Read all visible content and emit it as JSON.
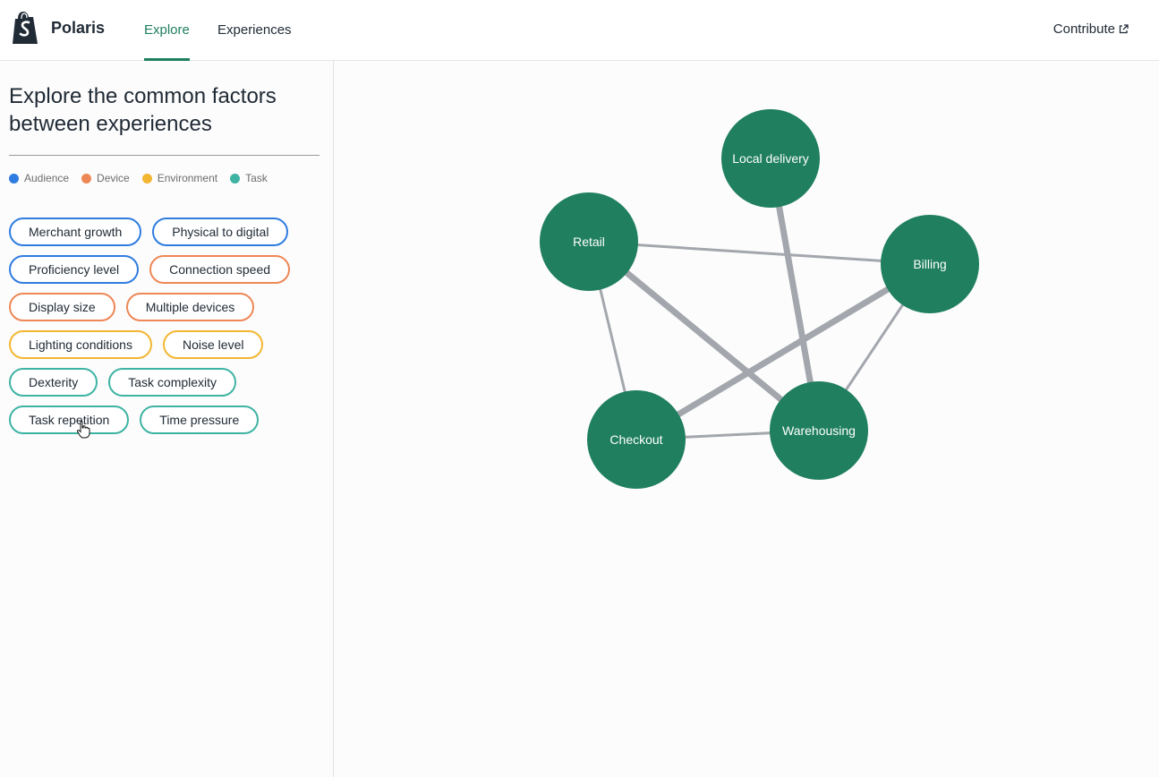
{
  "header": {
    "brand": "Polaris",
    "tabs": [
      {
        "label": "Explore",
        "active": true
      },
      {
        "label": "Experiences",
        "active": false
      }
    ],
    "contribute_label": "Contribute",
    "contribute_icon": "external-link-icon",
    "logo_icon": "shopify-bag-icon"
  },
  "sidebar": {
    "title": "Explore the common factors between experiences",
    "legend": [
      {
        "label": "Audience",
        "color": "#2f7ce0"
      },
      {
        "label": "Device",
        "color": "#ee8756"
      },
      {
        "label": "Environment",
        "color": "#f2b632"
      },
      {
        "label": "Task",
        "color": "#3eb3a4"
      }
    ],
    "chips": [
      {
        "label": "Merchant growth",
        "category": "audience"
      },
      {
        "label": "Physical to digital",
        "category": "audience"
      },
      {
        "label": "Proficiency level",
        "category": "audience"
      },
      {
        "label": "Connection speed",
        "category": "device"
      },
      {
        "label": "Display size",
        "category": "device"
      },
      {
        "label": "Multiple devices",
        "category": "device"
      },
      {
        "label": "Lighting conditions",
        "category": "environment"
      },
      {
        "label": "Noise level",
        "category": "environment"
      },
      {
        "label": "Dexterity",
        "category": "task"
      },
      {
        "label": "Task complexity",
        "category": "task"
      },
      {
        "label": "Task repetition",
        "category": "task"
      },
      {
        "label": "Time pressure",
        "category": "task"
      }
    ]
  },
  "graph": {
    "node_color": "#1f7f5e",
    "edge_color": "#a3a7ad",
    "nodes": [
      {
        "id": "local-delivery",
        "label": "Local delivery"
      },
      {
        "id": "retail",
        "label": "Retail"
      },
      {
        "id": "billing",
        "label": "Billing"
      },
      {
        "id": "checkout",
        "label": "Checkout"
      },
      {
        "id": "warehousing",
        "label": "Warehousing"
      }
    ],
    "edges": [
      {
        "source": "retail",
        "target": "billing",
        "weight": 1
      },
      {
        "source": "retail",
        "target": "warehousing",
        "weight": 2
      },
      {
        "source": "retail",
        "target": "checkout",
        "weight": 1
      },
      {
        "source": "local-delivery",
        "target": "warehousing",
        "weight": 2
      },
      {
        "source": "billing",
        "target": "checkout",
        "weight": 2
      },
      {
        "source": "billing",
        "target": "warehousing",
        "weight": 1
      },
      {
        "source": "checkout",
        "target": "warehousing",
        "weight": 1
      }
    ]
  }
}
